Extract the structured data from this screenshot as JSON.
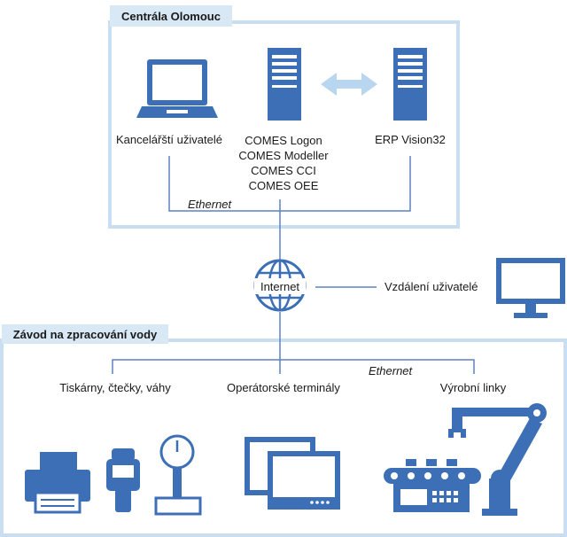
{
  "sections": {
    "central": {
      "title": "Centrála Olomouc"
    },
    "plant": {
      "title": "Závod na zpracování vody"
    }
  },
  "central_nodes": {
    "office_users": "Kancelářští uživatelé",
    "comes_lines": [
      "COMES Logon",
      "COMES Modeller",
      "COMES CCI",
      "COMES OEE"
    ],
    "erp": "ERP Vision32"
  },
  "network": {
    "ethernet_top": "Ethernet",
    "internet": "Internet",
    "remote_users": "Vzdálení uživatelé",
    "ethernet_bottom": "Ethernet"
  },
  "plant_nodes": {
    "peripherals": "Tiskárny, čtečky, váhy",
    "operator_terminals": "Operátorské terminály",
    "production_lines": "Výrobní linky"
  },
  "colors": {
    "icon_blue": "#3c6fb6",
    "border_blue": "#c9dff1",
    "tag_bg": "#d8e8f5",
    "arrow": "#b9d6f0",
    "line": "#5a82c2"
  }
}
